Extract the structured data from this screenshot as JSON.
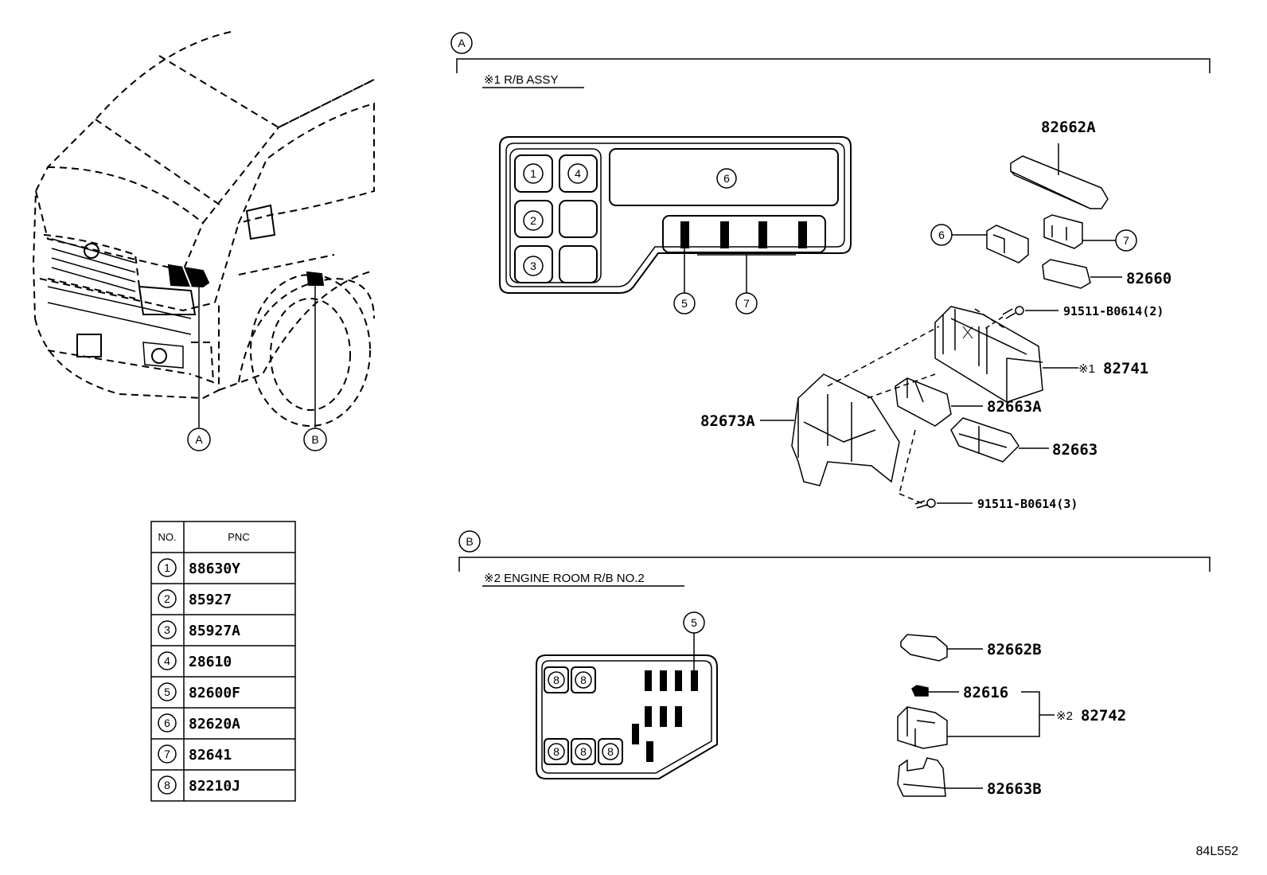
{
  "callouts": {
    "a": "A",
    "b": "B"
  },
  "section_a": {
    "caption": "※1 R/B ASSY",
    "box_slots": [
      "1",
      "2",
      "3",
      "4",
      "6",
      "5",
      "7"
    ],
    "parts": {
      "p82662A": "82662A",
      "p6": "6",
      "p7": "7",
      "p82660": "82660",
      "p91511_2": "91511-B0614(2)",
      "p82741_mark": "※1",
      "p82741": "82741",
      "p82663A": "82663A",
      "p82673A": "82673A",
      "p82663": "82663",
      "p91511_3": "91511-B0614(3)"
    }
  },
  "section_b": {
    "caption": "※2 ENGINE ROOM R/B NO.2",
    "box_slot_5": "5",
    "fuse_label": "8",
    "parts": {
      "p82662B": "82662B",
      "p82616": "82616",
      "p82742_mark": "※2",
      "p82742": "82742",
      "p82663B": "82663B"
    }
  },
  "pnc_table": {
    "headers": [
      "NO.",
      "PNC"
    ],
    "rows": [
      {
        "no": "1",
        "pnc": "88630Y"
      },
      {
        "no": "2",
        "pnc": "85927"
      },
      {
        "no": "3",
        "pnc": "85927A"
      },
      {
        "no": "4",
        "pnc": "28610"
      },
      {
        "no": "5",
        "pnc": "82600F"
      },
      {
        "no": "6",
        "pnc": "82620A"
      },
      {
        "no": "7",
        "pnc": "82641"
      },
      {
        "no": "8",
        "pnc": "82210J"
      }
    ]
  },
  "diagram_code": "84L552"
}
